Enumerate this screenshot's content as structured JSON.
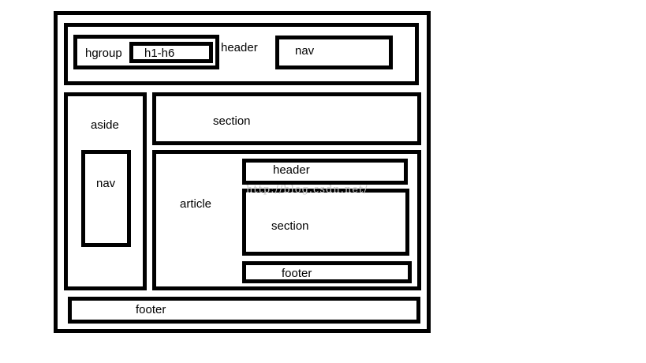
{
  "labels": {
    "header": "header",
    "hgroup": "hgroup",
    "h1_h6": "h1-h6",
    "header_nav": "nav",
    "aside": "aside",
    "aside_nav": "nav",
    "section": "section",
    "article": "article",
    "article_header": "header",
    "article_section": "section",
    "article_footer": "footer",
    "footer": "footer"
  },
  "watermark": "http://blog.csdn.net/",
  "colors": {
    "stroke": "#000000",
    "background": "#ffffff",
    "watermark": "#c8c8c8"
  }
}
